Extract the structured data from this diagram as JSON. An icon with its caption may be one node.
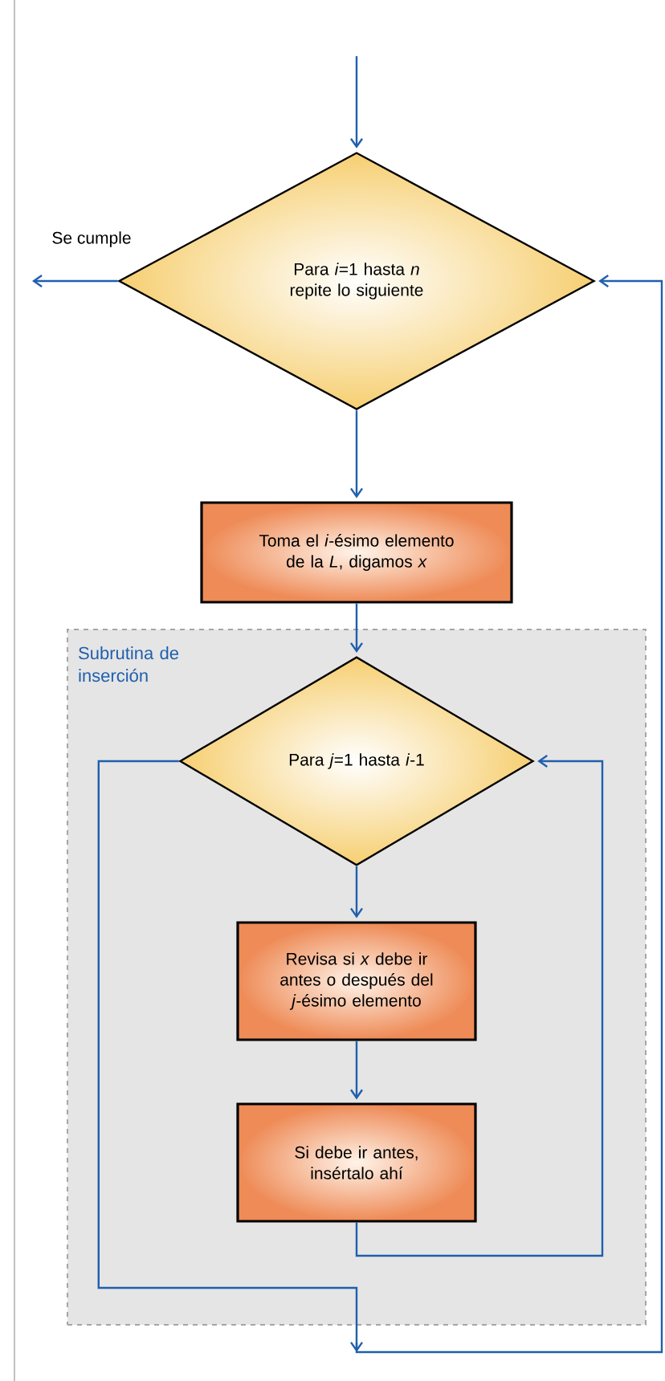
{
  "diagram": {
    "nodes": [
      {
        "text": [
          "Para *i*=1 hasta *n* repite lo siguiente"
        ]
      },
      {
        "text": [
          "Toma el *i*-ésimo elemento de la *L*, digamos *x*"
        ]
      },
      {
        "text": [
          "Subrutina de inserción"
        ]
      },
      {
        "text": [
          "Para *j*=1 hasta *i*-1"
        ],
        "in": 2
      },
      {
        "text": [
          "Revisa si *x* debe ir antes o después del *j*-ésimo elemento"
        ],
        "in": 2
      },
      {
        "text": [
          "Si debe ir antes, insértalo ahí"
        ],
        "in": 2
      }
    ],
    "edges": [
      {
        "from": null,
        "to": 0,
        "arrow": "to"
      },
      {
        "from": 0,
        "to": null,
        "arrow": "to",
        "label": "Se cumple"
      },
      {
        "from": 0,
        "to": 1,
        "arrow": "to"
      },
      {
        "from": 1,
        "to": 3,
        "arrow": "to"
      },
      {
        "from": 3,
        "to": 4,
        "arrow": "to"
      },
      {
        "from": 4,
        "to": 5,
        "arrow": "to"
      },
      {
        "from": 5,
        "to": 3,
        "arrow": "to"
      },
      {
        "from": 3,
        "to": 0,
        "arrow": "to"
      }
    ]
  }
}
